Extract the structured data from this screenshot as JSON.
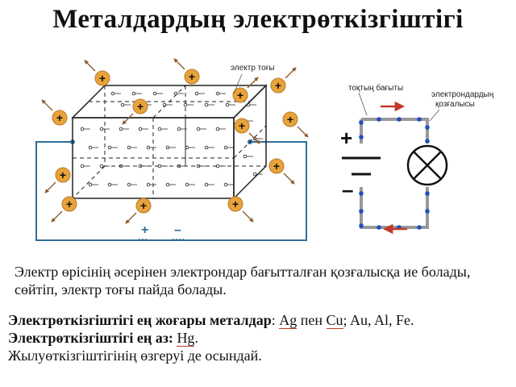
{
  "title": "Металдардың электрөткізгіштігі",
  "diagram": {
    "label_current": "электр тоғы",
    "label_current_direction": "тоқтың бағыты",
    "label_electron_motion_1": "электрондардың",
    "label_electron_motion_2": "қозғалысы",
    "ion_symbol": "+",
    "battery_plus": "+",
    "battery_minus": "–",
    "terminal_plus": "+",
    "terminal_minus": "–",
    "accent_color": "#c0392b",
    "ion_color": "#e8a33a",
    "wire_color": "#2f6f96"
  },
  "explanation": "Электр өрісінің әсерінен электрондар бағытталған қозғалысқа ие болады, сөйтіп, электр тоғы пайда болады.",
  "facts": {
    "line1_bold": "Электрөткізгіштігі ең жоғары металдар",
    "line1_colon": ": ",
    "ag": "Ag",
    "pen": " пен ",
    "cu": "Cu",
    "line1_rest": "; Au, Al, Fe.",
    "line2_bold": "Электрөткізгіштігі ең аз:",
    "line2_space": " ",
    "hg": "Hg",
    "line2_end": ".",
    "line3": "Жылуөткізгіштігінің өзгеруі де осындай."
  }
}
